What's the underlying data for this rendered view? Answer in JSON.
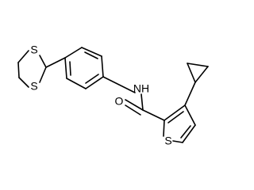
{
  "molecule": {
    "atom_labels": {
      "dithiolane_s_top": "S",
      "dithiolane_s_bottom": "S",
      "amide_n": "NH",
      "carbonyl_o": "O",
      "thiophene_s": "S"
    },
    "colors": {
      "bond": "#000000",
      "label": "#000000",
      "background": "#ffffff"
    }
  }
}
